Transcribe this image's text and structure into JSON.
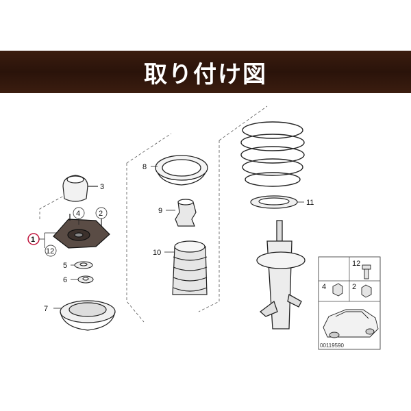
{
  "banner": {
    "title": "取り付け図"
  },
  "colors": {
    "banner_bg": "#2a130a",
    "highlight_ring": "#c0143c"
  },
  "callouts": {
    "c1": "1",
    "c2": "2",
    "c3": "3",
    "c4": "4",
    "c5": "5",
    "c6": "6",
    "c7": "7",
    "c8": "8",
    "c9": "9",
    "c10": "10",
    "c11": "11",
    "c12": "12"
  },
  "inset": {
    "label_12": "12",
    "label_4": "4",
    "label_2": "2",
    "ref_code": "00119590"
  }
}
